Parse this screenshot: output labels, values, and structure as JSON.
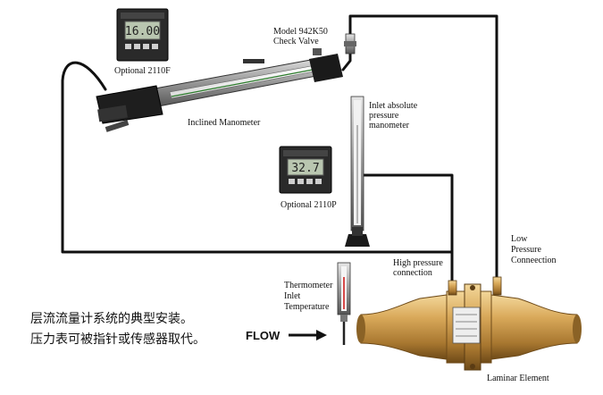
{
  "labels": {
    "check_valve": [
      "Model 942K50",
      "Check Valve"
    ],
    "optional_f": "Optional 2110F",
    "optional_p": "Optional 2110P",
    "inclined_manometer": "Inclined Manometer",
    "inlet_manometer": [
      "Inlet absolute",
      "pressure",
      "manometer"
    ],
    "low_pressure": [
      "Low",
      "Pressure",
      "Conneection"
    ],
    "high_pressure": [
      "High pressure",
      "connection"
    ],
    "thermometer": [
      "Thermometer",
      "Inlet",
      "Temperature"
    ],
    "flow": "FLOW",
    "laminar_element": "Laminar Element"
  },
  "displays": {
    "meter_f_reading": "16.00",
    "meter_p_reading": "32.7"
  },
  "caption": [
    "层流流量计系统的典型安装。",
    "压力表可被指针或传感器取代。"
  ],
  "colors": {
    "tube": "#111111",
    "brass_light": "#e8c07a",
    "brass_mid": "#c99a4a",
    "brass_dark": "#8a6226",
    "lcd_bg": "#b9c6b0",
    "housing": "#2a2a2a"
  }
}
